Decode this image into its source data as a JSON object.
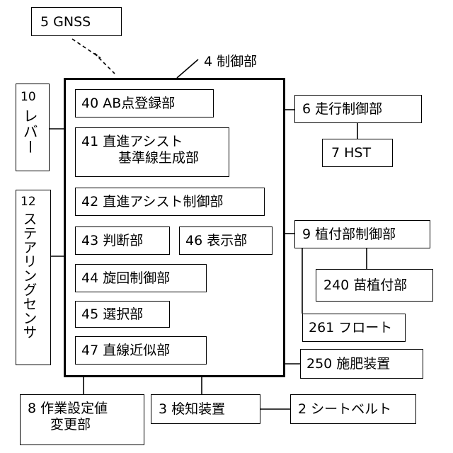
{
  "gnss": "5 GNSS",
  "controller": "4 制御部",
  "lever": {
    "number": "10",
    "text": "レバー"
  },
  "sensor": {
    "number": "12",
    "text": "ステアリングセンサ"
  },
  "units": {
    "ab_register": "40 AB点登録部",
    "assist_line_1": "41 直進アシスト",
    "assist_line_2": "基準線生成部",
    "assist_control": "42 直進アシスト制御部",
    "judge": "43 判断部",
    "display": "46 表示部",
    "turn_control": "44 旋回制御部",
    "select": "45 選択部",
    "approx": "47 直線近似部"
  },
  "travel_control": "6 走行制御部",
  "hst": "7 HST",
  "planting_control": "9 植付部制御部",
  "seedling_planter": "240 苗植付部",
  "float": "261 フロート",
  "fertilizer": "250 施肥装置",
  "work_setting_1": "8 作業設定値",
  "work_setting_2": "変更部",
  "detector": "3 検知装置",
  "seatbelt": "2 シートベルト"
}
